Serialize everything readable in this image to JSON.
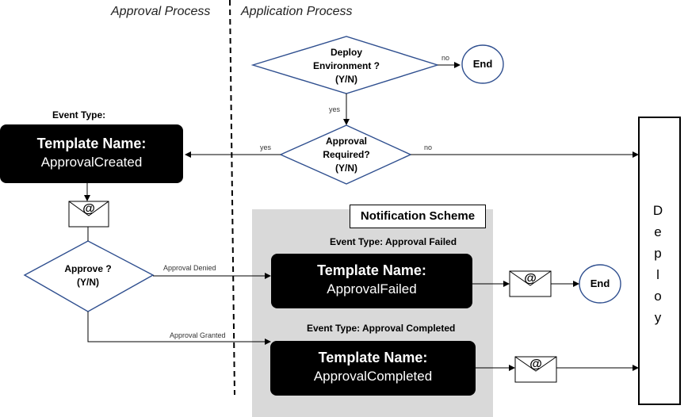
{
  "lanes": {
    "approval": "Approval Process",
    "application": "Application Process"
  },
  "deploy_env": {
    "line1": "Deploy",
    "line2": "Environment ?",
    "line3": "(Y/N)"
  },
  "approval_required": {
    "line1": "Approval",
    "line2": "Required?",
    "line3": "(Y/N)"
  },
  "approve": {
    "line1": "Approve ?",
    "line2": "(Y/N)"
  },
  "labels": {
    "no_top": "no",
    "yes_down": "yes",
    "yes_left": "yes",
    "no_right": "no",
    "approval_denied": "Approval Denied",
    "approval_granted": "Approval Granted"
  },
  "end_label": "End",
  "event_type_created": "Event Type:",
  "template_created": {
    "heading": "Template Name:",
    "value": "ApprovalCreated"
  },
  "notification_scheme": "Notification Scheme",
  "event_type_failed": "Event Type: Approval Failed",
  "template_failed": {
    "heading": "Template Name:",
    "value": "ApprovalFailed"
  },
  "event_type_completed": "Event Type: Approval Completed",
  "template_completed": {
    "heading": "Template Name:",
    "value": "ApprovalCompleted"
  },
  "deploy_letters": [
    "D",
    "e",
    "p",
    "l",
    "o",
    "y"
  ],
  "email_symbol": "@",
  "colors": {
    "end_circle": "#2f4f8f",
    "diamond": "#2f4f8f",
    "scheme_bg": "#d9d9d9",
    "template_bg": "#000000"
  }
}
